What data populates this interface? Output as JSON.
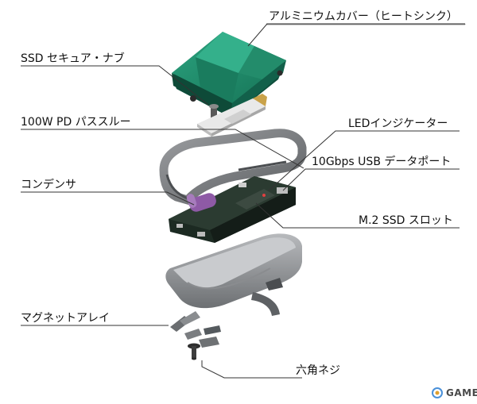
{
  "labels": {
    "heatsink_cover": "アルミニウムカバー（ヒートシンク）",
    "ssd_nub": "SSD セキュア・ナブ",
    "pd_passthrough": "100W PD パススルー",
    "led_indicator": "LEDインジケーター",
    "usb_port": "10Gbps USB データポート",
    "capacitor": "コンデンサ",
    "m2_slot": "M.2 SSD スロット",
    "magnet_array": "マグネットアレイ",
    "hex_screw": "六角ネジ"
  },
  "watermark": {
    "text": "GAMER"
  },
  "colors": {
    "cover_green": "#1f8a6a",
    "cover_dark": "#146650",
    "pcb": "#1c2a22",
    "frame": "#7d7f82",
    "base": "#8f9194"
  }
}
